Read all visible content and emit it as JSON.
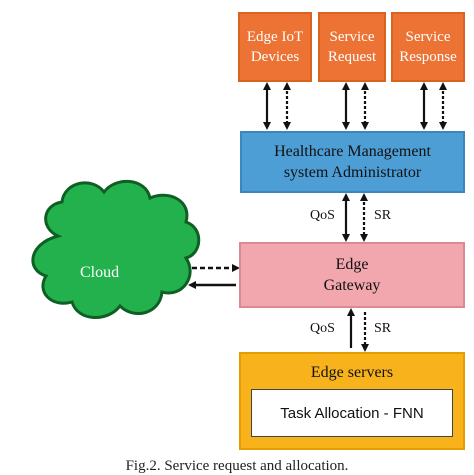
{
  "top_boxes": [
    {
      "line1": "Edge IoT",
      "line2": "Devices"
    },
    {
      "line1": "Service",
      "line2": "Request"
    },
    {
      "line1": "Service",
      "line2": "Response"
    }
  ],
  "admin": {
    "line1": "Healthcare Management",
    "line2": "system Administrator"
  },
  "gateway": {
    "line1": "Edge",
    "line2": "Gateway"
  },
  "cloud": {
    "label": "Cloud"
  },
  "servers": {
    "title": "Edge servers",
    "task": "Task Allocation - FNN"
  },
  "links": {
    "admin_gateway": {
      "left": "QoS",
      "right": "SR"
    },
    "gateway_servers": {
      "left": "QoS",
      "right": "SR"
    }
  },
  "caption": "Fig.2. Service request and allocation.",
  "colors": {
    "orange": "#ec7333",
    "blue": "#4e9ed6",
    "pink": "#f1a7ad",
    "yellow": "#f7b21c",
    "cloud": "#22b14c"
  }
}
